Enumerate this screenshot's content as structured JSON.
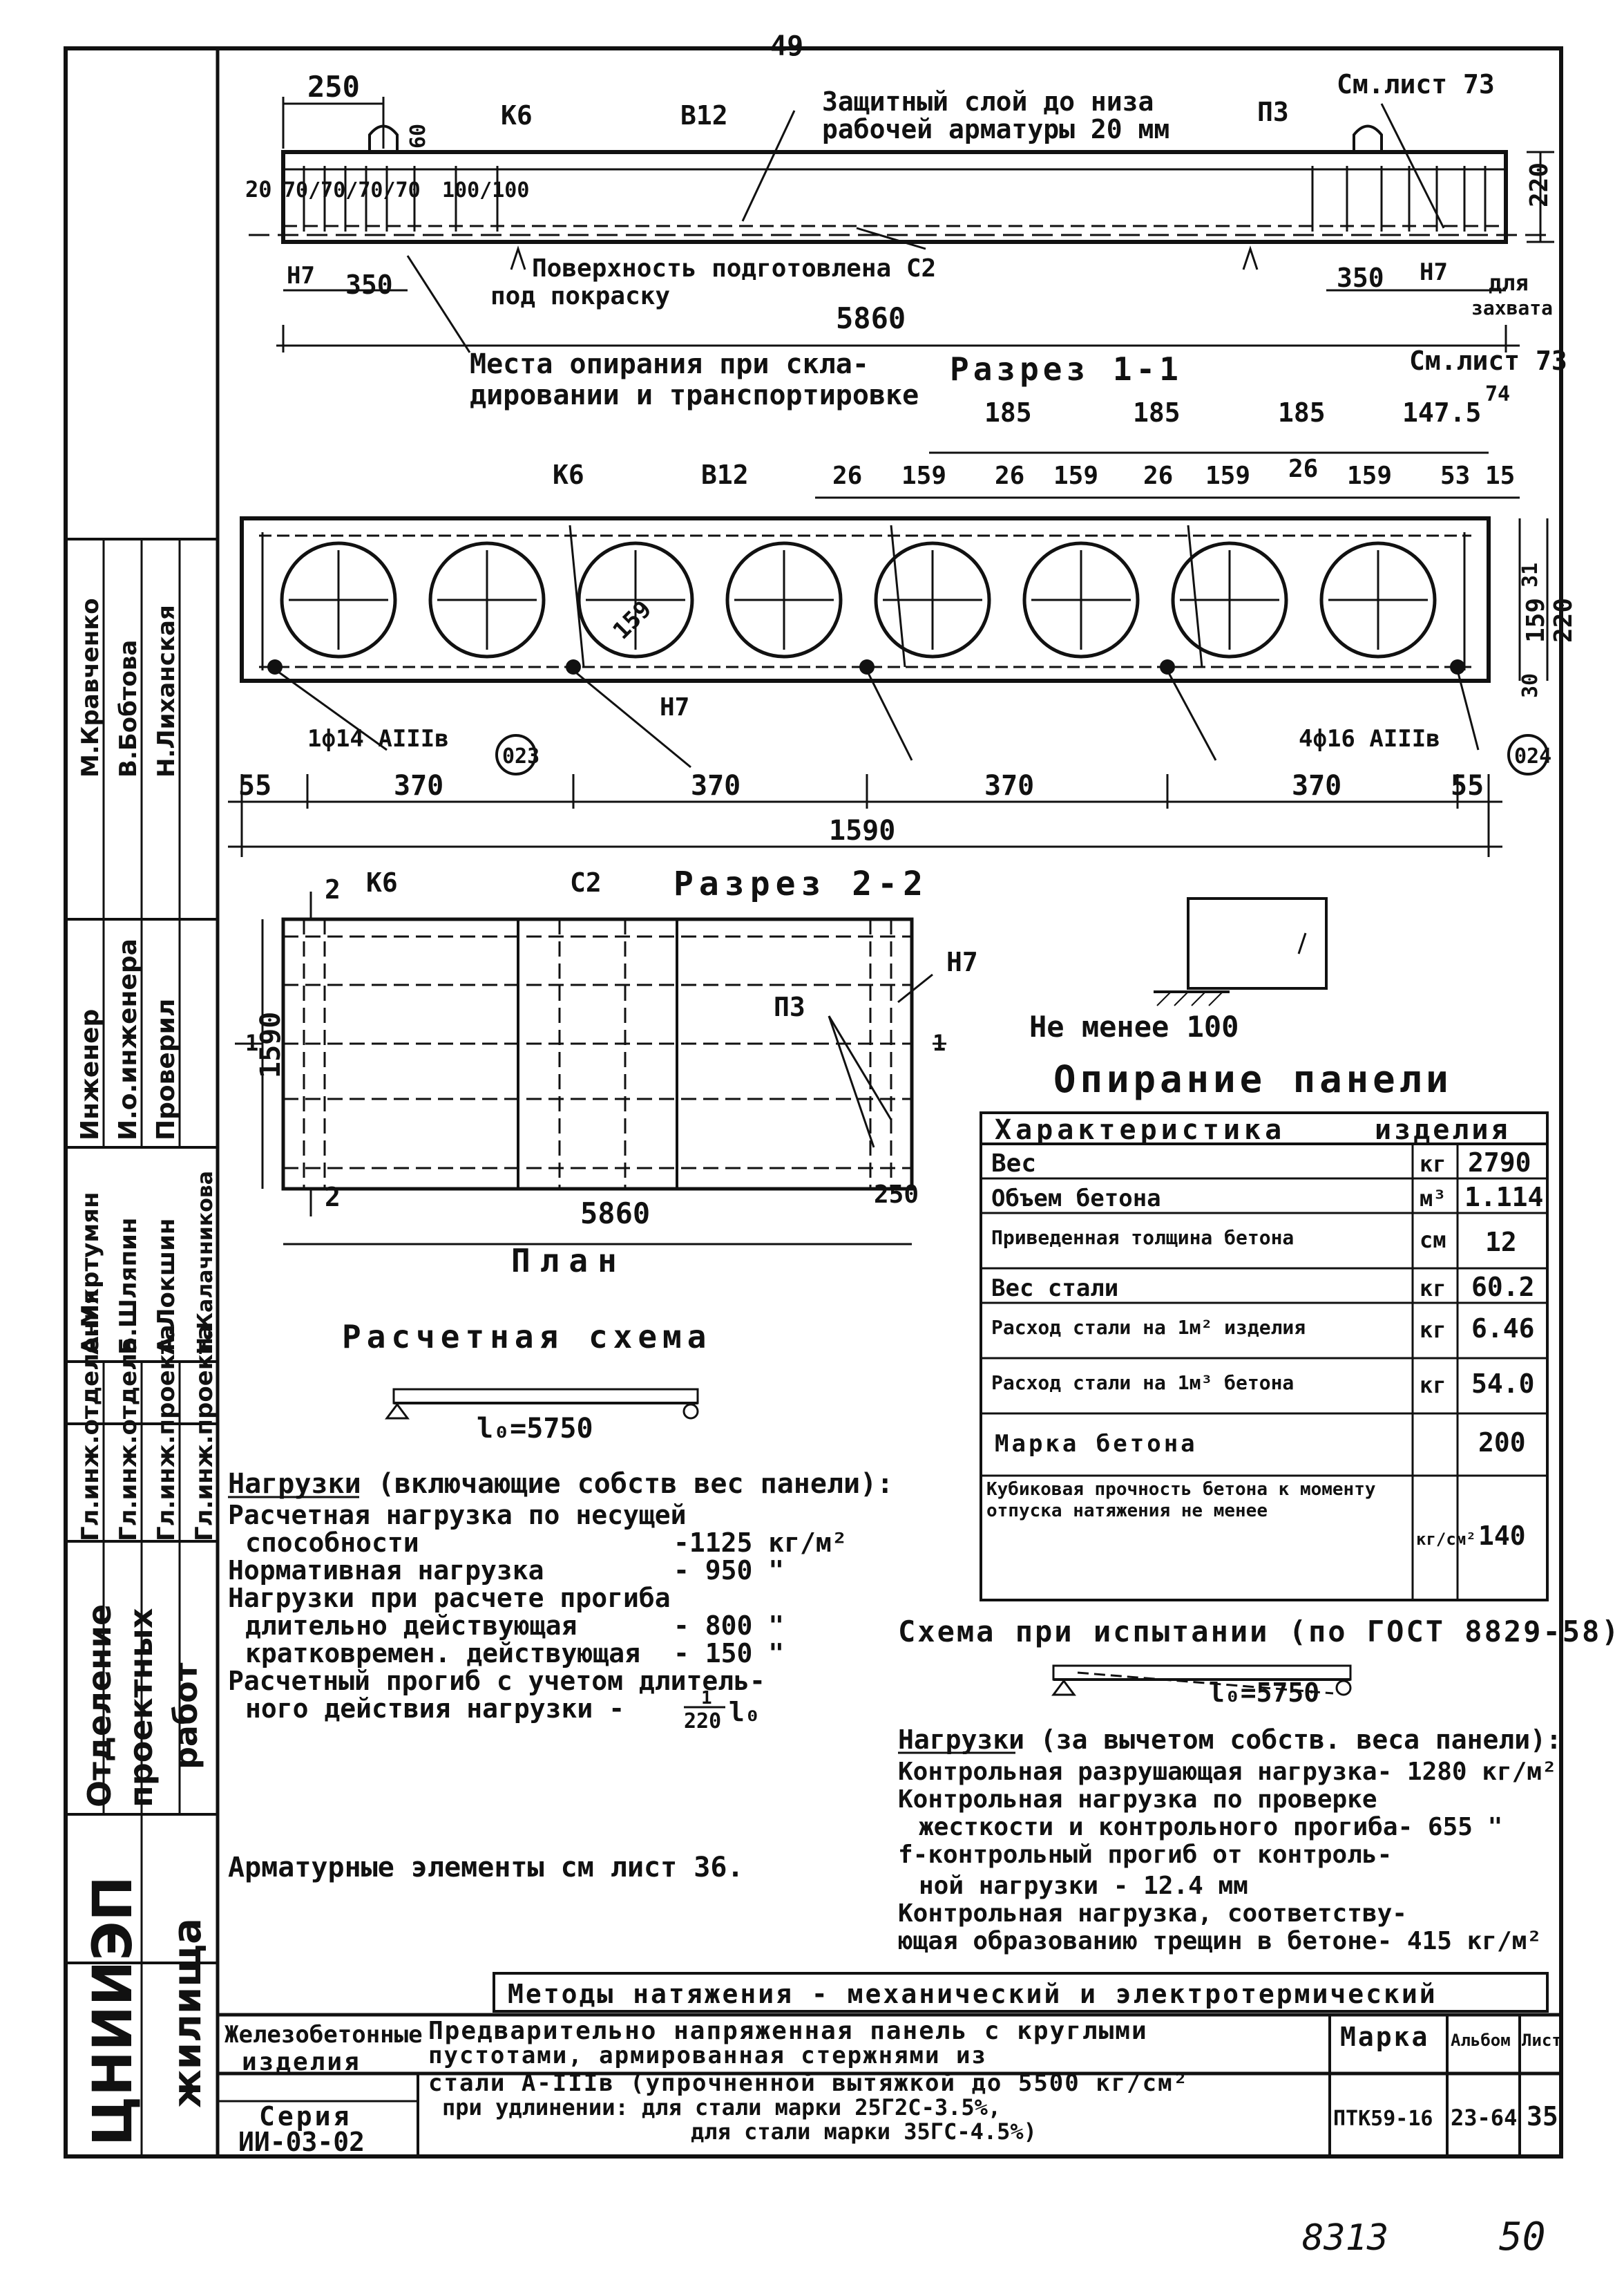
{
  "page_number_top": "49",
  "footer": {
    "archive_no": "8313",
    "page_no": "50"
  },
  "elevation": {
    "dim_250_left": "250",
    "label_k6": "К6",
    "label_v12": "В12",
    "cover_note_1": "Защитный слой до низа",
    "cover_note_2": "рабочей арматуры 20 мм",
    "label_p3": "П3",
    "see_sheet_73": "См.лист 73",
    "dim_60": "60",
    "dim_20": "20",
    "dim_100s": "70/70/70/70",
    "dim_100_100": "100/100",
    "dim_220": "220",
    "label_h7_left": "Н7",
    "dim_350_left": "350",
    "surface_note_1": "Поверхность подготовлена С2",
    "surface_note_2": "под покраску",
    "dim_5860": "5860",
    "dim_350_right": "350",
    "label_h7_right": "Н7",
    "grip_note_1": "для",
    "grip_note_2": "захвата",
    "support_note_1": "Места опирания при скла-",
    "support_note_2": "дировании и транспортировке"
  },
  "section_1_1": {
    "title": "Разрез 1-1",
    "see_sheet": "См.лист 73",
    "see_sheet_74": "74",
    "top_dims": [
      "185",
      "185",
      "185",
      "147.5"
    ],
    "sub_dims": [
      "26",
      "159",
      "26",
      "159",
      "26",
      "159",
      "26",
      "159",
      "53",
      "15"
    ],
    "label_k6": "К6",
    "label_v12": "В12",
    "dia_159": "159",
    "right_dims": [
      "31",
      "159",
      "30"
    ],
    "dim_220": "220",
    "label_h7": "Н7",
    "rebar_left": "1ф14 AIIIв",
    "mark_left": "023",
    "rebar_right": "4ф16 AIIIв",
    "mark_right": "024",
    "bottom_dims": [
      "55",
      "370",
      "370",
      "370",
      "370",
      "55"
    ],
    "dim_total": "1590"
  },
  "section_2_2": {
    "title": "Разрез 2-2",
    "label_k6": "К6",
    "label_c2": "С2",
    "label_h7": "Н7",
    "label_p3": "П3",
    "cut_2_top": "2",
    "cut_2_bottom": "2",
    "cut_1_left": "1",
    "cut_1_right": "1",
    "dim_1590": "1590",
    "dim_5860": "5860",
    "dim_250": "250",
    "plan_title": "План"
  },
  "support_detail": {
    "min_note": "Не менее 100",
    "title": "Опирание панели"
  },
  "characteristics": {
    "header_left": "Характеристика",
    "header_right": "изделия",
    "rows": [
      {
        "name": "Вес",
        "unit": "кг",
        "value": "2790"
      },
      {
        "name": "Объем бетона",
        "unit": "м³",
        "value": "1.114"
      },
      {
        "name": "Приведенная толщина бетона",
        "unit": "см",
        "value": "12"
      },
      {
        "name": "Вес стали",
        "unit": "кг",
        "value": "60.2"
      },
      {
        "name": "Расход стали на 1м² изделия",
        "unit": "кг",
        "value": "6.46"
      },
      {
        "name": "Расход стали на 1м³ бетона",
        "unit": "кг",
        "value": "54.0"
      },
      {
        "name": "Марка бетона",
        "unit": "",
        "value": "200"
      },
      {
        "name": "Кубиковая прочность бетона к моменту отпуска натяжения не менее",
        "unit": "кг/см²",
        "value": "140"
      }
    ]
  },
  "calc_scheme": {
    "title": "Расчетная схема",
    "span": "l₀=5750",
    "loads_header": "Нагрузки (включающие собств вес панели):",
    "loads": [
      {
        "text": "Расчетная нагрузка по несущей",
        "value": ""
      },
      {
        "text": "способности",
        "value": "-1125 кг/м²"
      },
      {
        "text": "Нормативная нагрузка",
        "value": "- 950 \""
      },
      {
        "text": "Нагрузки при расчете прогиба",
        "value": ""
      },
      {
        "text": "длительно действующая",
        "value": "- 800 \""
      },
      {
        "text": "кратковремен. действующая",
        "value": "- 150 \""
      }
    ],
    "deflection_1": "Расчетный прогиб с учетом длитель-",
    "deflection_2": "ного действия нагрузки -",
    "frac_num": "1",
    "frac_den": "220",
    "frac_l0": "l₀",
    "rebar_note": "Арматурные элементы см лист 36."
  },
  "test_scheme": {
    "title": "Схема при испытании (по ГОСТ 8829-58)",
    "span": "l₀=5750",
    "header": "Нагрузки (за вычетом собств. веса панели):",
    "lines": [
      "Контрольная разрушающая нагрузка- 1280 кг/м²",
      "Контрольная нагрузка по проверке",
      "жесткости и контрольного прогиба- 655 \"",
      "f-контрольный прогиб от контроль-",
      "ной нагрузки            - 12.4 мм",
      "Контрольная нагрузка, соответству-",
      "ющая образованию трещин в бетоне- 415 кг/м²"
    ]
  },
  "tension_methods": "Методы натяжения - механический и электротермический",
  "left_strip": {
    "org": "ЦНИИЭП",
    "org2": "жилища",
    "dept_1": "Отделение",
    "dept_2": "проектных",
    "dept_3": "работ",
    "roles": [
      "Гл.инж.отделения",
      "Гл.инж.отдела",
      "Гл.инж.проекта",
      "Гл.инж.проекта"
    ],
    "names": [
      "А.Мкртумян",
      "Б.Шляпин",
      "А.Локшин",
      "Н.Калачникова"
    ],
    "roles2": [
      "Инженер",
      "И.о.инженера",
      "Проверил"
    ],
    "names2": [
      "М.Кравченко",
      "В.Бобтова",
      "Н.Лиханская"
    ]
  },
  "title_block": {
    "category_1": "Железобетонные",
    "category_2": "изделия",
    "series_label": "Серия",
    "series": "ИИ-03-02",
    "desc": [
      "Предварительно напряженная панель с круглыми",
      "пустотами, армированная стержнями из",
      "стали  A-IIIв (упрочненной вытяжкой до 5500 кг/см²",
      "при удлинении: для стали марки 25Г2С-3.5%,",
      "для стали марки 35ГС-4.5%)"
    ],
    "mark_label": "Марка",
    "album_label": "Альбом",
    "sheet_label": "Лист",
    "mark": "ПТК59-16",
    "album": "23-64",
    "sheet": "35"
  }
}
